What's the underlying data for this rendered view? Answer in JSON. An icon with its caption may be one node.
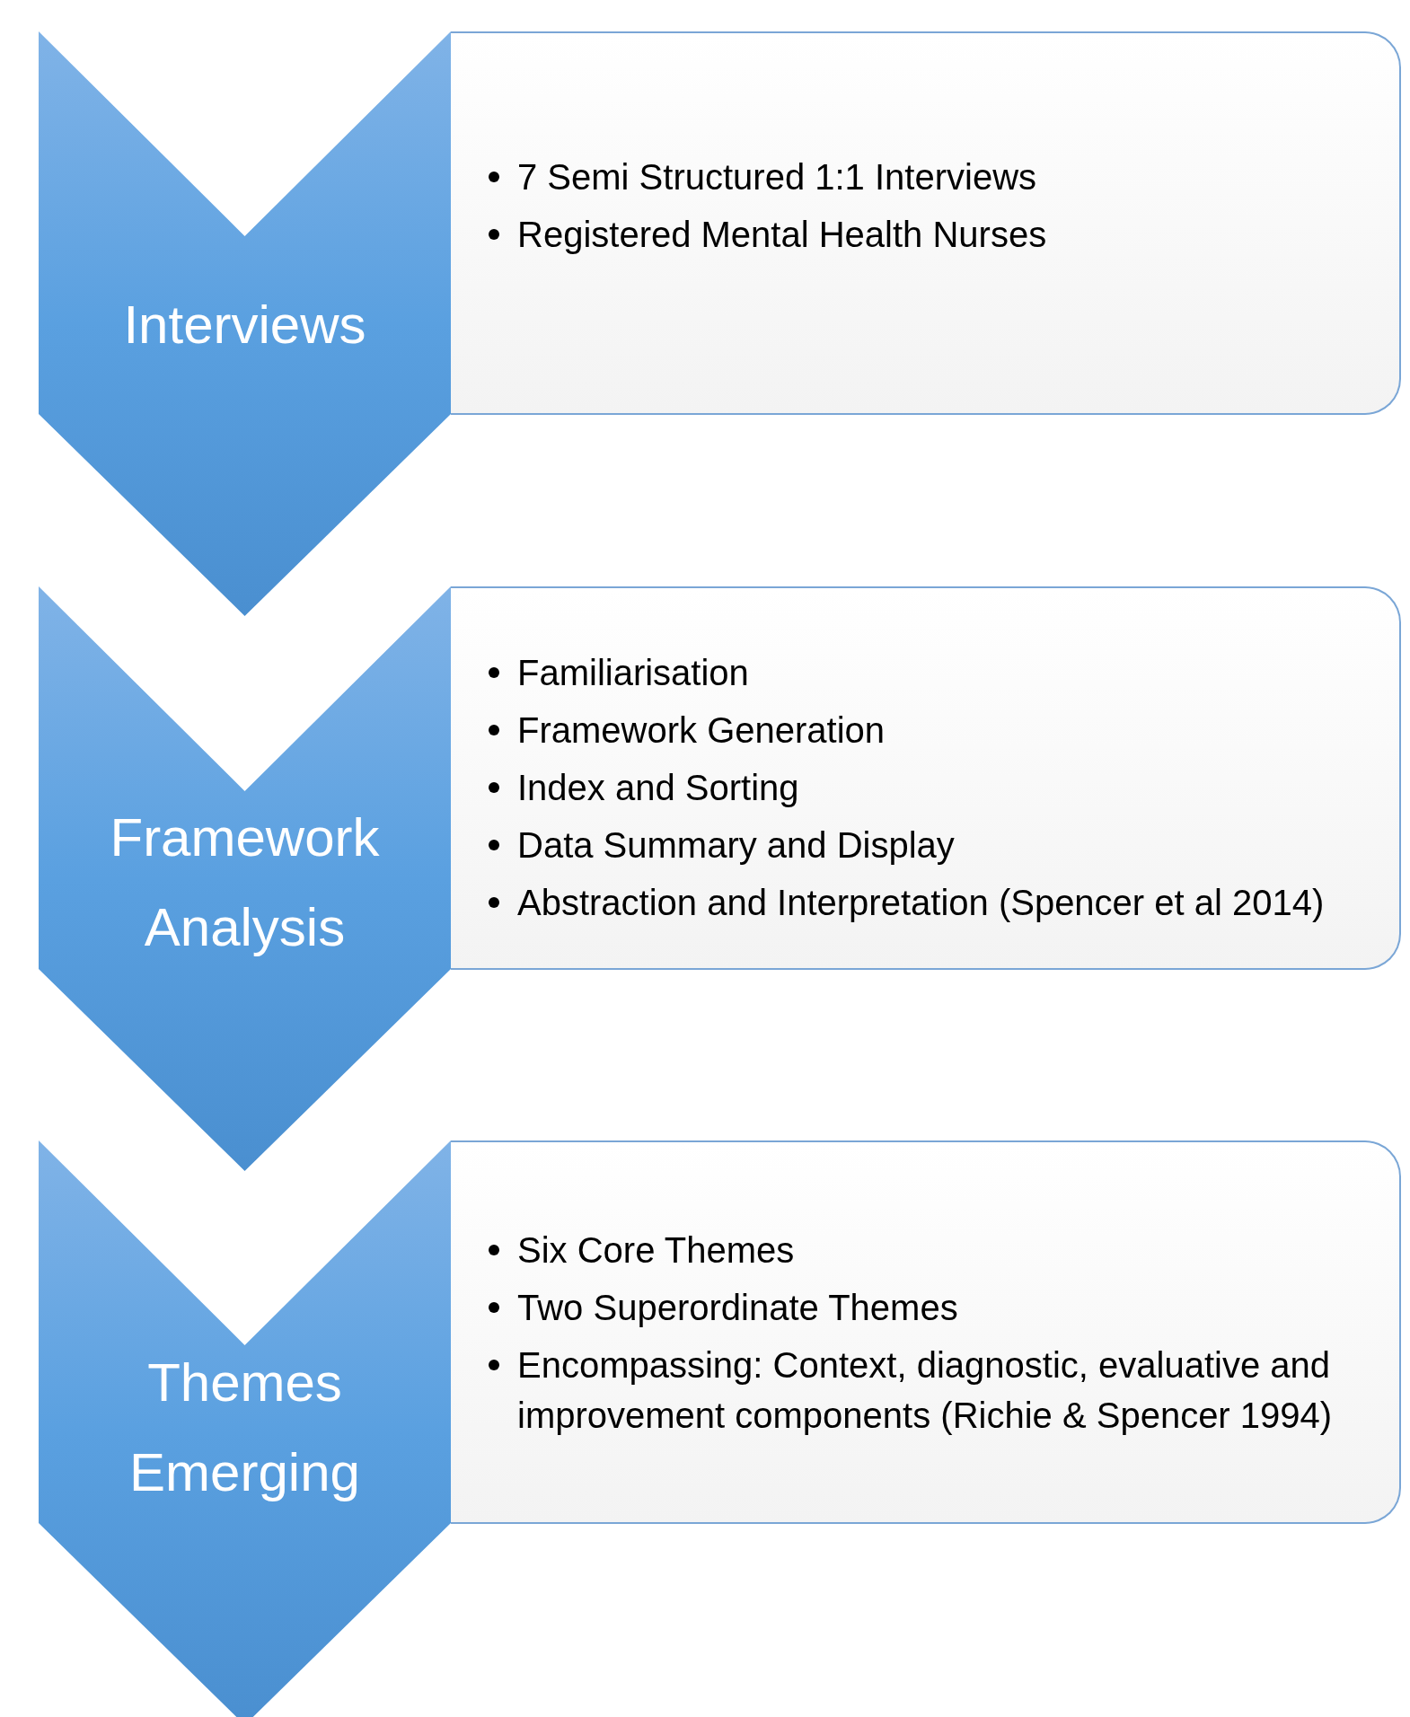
{
  "diagram": {
    "nodes": [
      {
        "text": [
          "Interviews"
        ]
      },
      {
        "text": [
          "7 Semi Structured 1:1 Interviews",
          "Registered Mental Health Nurses"
        ]
      },
      {
        "text": [
          "Framework Analysis"
        ]
      },
      {
        "text": [
          "Familiarisation",
          "Framework Generation",
          "Index and Sorting",
          "Data Summary and Display",
          "Abstraction and Interpretation (Spencer et al 2014)"
        ]
      },
      {
        "text": [
          "Themes Emerging"
        ]
      },
      {
        "text": [
          "Six Core Themes",
          "Two Superordinate Themes",
          "Encompassing: Context, diagnostic, evaluative and improvement components (Richie & Spencer 1994)"
        ]
      }
    ]
  }
}
